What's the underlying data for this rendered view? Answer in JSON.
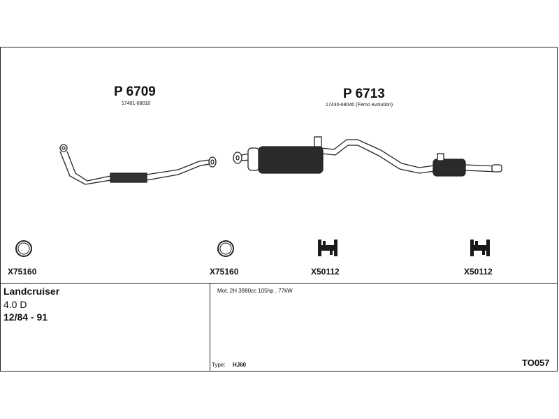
{
  "parts": [
    {
      "number": "P 6709",
      "oe": "17401-68010"
    },
    {
      "number": "P 6713",
      "oe": "17430-68040 (Ferno evolution)"
    }
  ],
  "accessories": [
    {
      "code": "X75160",
      "kind": "gasket-ring"
    },
    {
      "code": "X75160",
      "kind": "gasket-ring"
    },
    {
      "code": "X50112",
      "kind": "rubber-hanger"
    },
    {
      "code": "X50112",
      "kind": "rubber-hanger"
    }
  ],
  "vehicle": {
    "model": "Landcruiser",
    "engine": "4.0 D",
    "years": "12/84 - 91"
  },
  "engine_info": "Mot. 2H 3980cc 105hp , 77kW",
  "type_label": "Type:",
  "type_value": "HJ60",
  "catalog_code": "TO057"
}
